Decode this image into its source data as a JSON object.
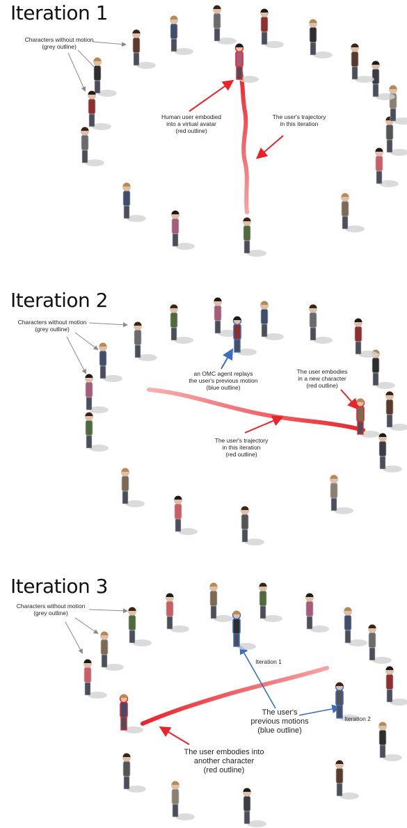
{
  "panels": [
    {
      "title": "Iteration 1",
      "annotations": {
        "grey": "Characters without motion\n(grey outline)",
        "avatar": "Human user embodied\ninto a virtual avatar\n(red outline)",
        "trajectory": "The user's trajectory\nin this iteration"
      }
    },
    {
      "title": "Iteration 2",
      "annotations": {
        "grey": "Characters without motion\n(grey outline)",
        "omc": "an OMC agent replays\nthe user's previous motion\n(blue outline)",
        "embody": "The user embodies\nin a new character\n(red outline)",
        "trajectory": "The user's trajectory\nin this iteration\n(red outline)"
      }
    },
    {
      "title": "Iteration 3",
      "annotations": {
        "grey": "Characters without motion\n(grey outline)",
        "iter1": "Iteration 1",
        "iter2": "Iteration 2",
        "previous": "The user's\nprevious motions\n(blue outline)",
        "embody": "The user embodies into\nanother character\n(red outline)"
      }
    }
  ],
  "colors": {
    "red": "#e8242a",
    "blue": "#3a6cc0",
    "grey_arrow": "#8a8a8a",
    "shadow": "#c9c9c9"
  }
}
